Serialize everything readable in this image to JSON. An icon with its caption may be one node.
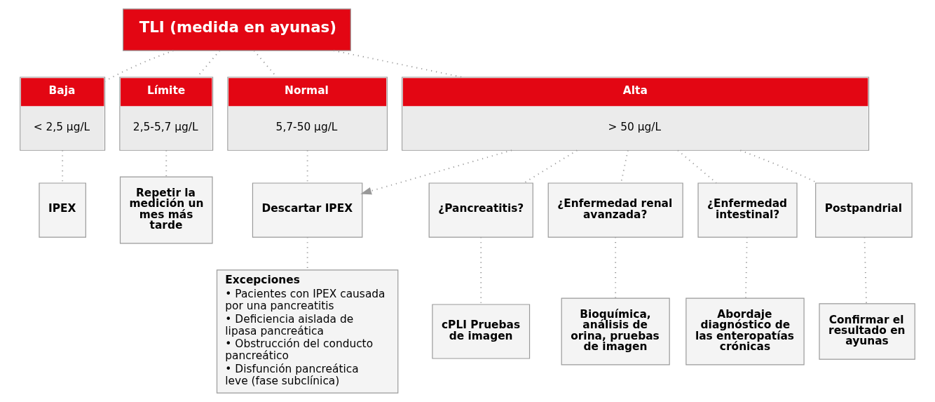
{
  "diagram": {
    "nodes": [
      {
        "text": [
          "TLI (medida en ayunas)"
        ]
      },
      {
        "text": [
          "Baja",
          "< 2,5 μg/L"
        ]
      },
      {
        "text": [
          "Límite",
          "2,5-5,7 μg/L"
        ]
      },
      {
        "text": [
          "Normal",
          "5,7-50 μg/L"
        ]
      },
      {
        "text": [
          "Alta",
          "> 50 μg/L"
        ]
      },
      {
        "text": [
          "IPEX"
        ]
      },
      {
        "text": [
          "Repetir la medición un mes más tarde"
        ]
      },
      {
        "text": [
          "Descartar IPEX"
        ]
      },
      {
        "text": [
          "Excepciones",
          "• Pacientes con IPEX causada por una pancreatitis",
          "• Deficiencia aislada de lipasa pancreática",
          "• Obstrucción del conducto pancreático",
          "• Disfunción pancreática leve (fase subclínica)"
        ]
      },
      {
        "text": [
          "¿Pancreatitis?"
        ]
      },
      {
        "text": [
          "¿Enfermedad renal avanzada?"
        ]
      },
      {
        "text": [
          "¿Enfermedad intestinal?"
        ]
      },
      {
        "text": [
          "Postpandrial"
        ]
      },
      {
        "text": [
          "cPLI Pruebas de imagen"
        ]
      },
      {
        "text": [
          "Bioquímica, análisis de orina, pruebas de imagen"
        ]
      },
      {
        "text": [
          "Abordaje diagnóstico de las enteropatías crónicas"
        ]
      },
      {
        "text": [
          "Confirmar el resultado en ayunas"
        ]
      }
    ],
    "edges": [
      {
        "from": 0,
        "to": 1,
        "arrow": "none"
      },
      {
        "from": 0,
        "to": 2,
        "arrow": "none"
      },
      {
        "from": 0,
        "to": 3,
        "arrow": "none"
      },
      {
        "from": 0,
        "to": 4,
        "arrow": "none"
      },
      {
        "from": 1,
        "to": 5,
        "arrow": "none"
      },
      {
        "from": 2,
        "to": 6,
        "arrow": "none"
      },
      {
        "from": 3,
        "to": 7,
        "arrow": "none"
      },
      {
        "from": 4,
        "to": 7,
        "arrow": "to"
      },
      {
        "from": 7,
        "to": 8,
        "arrow": "none"
      },
      {
        "from": 4,
        "to": 9,
        "arrow": "none"
      },
      {
        "from": 4,
        "to": 10,
        "arrow": "none"
      },
      {
        "from": 4,
        "to": 11,
        "arrow": "none"
      },
      {
        "from": 4,
        "to": 12,
        "arrow": "none"
      },
      {
        "from": 9,
        "to": 13,
        "arrow": "none"
      },
      {
        "from": 10,
        "to": 14,
        "arrow": "none"
      },
      {
        "from": 11,
        "to": 15,
        "arrow": "none"
      },
      {
        "from": 12,
        "to": 16,
        "arrow": "none"
      }
    ]
  }
}
